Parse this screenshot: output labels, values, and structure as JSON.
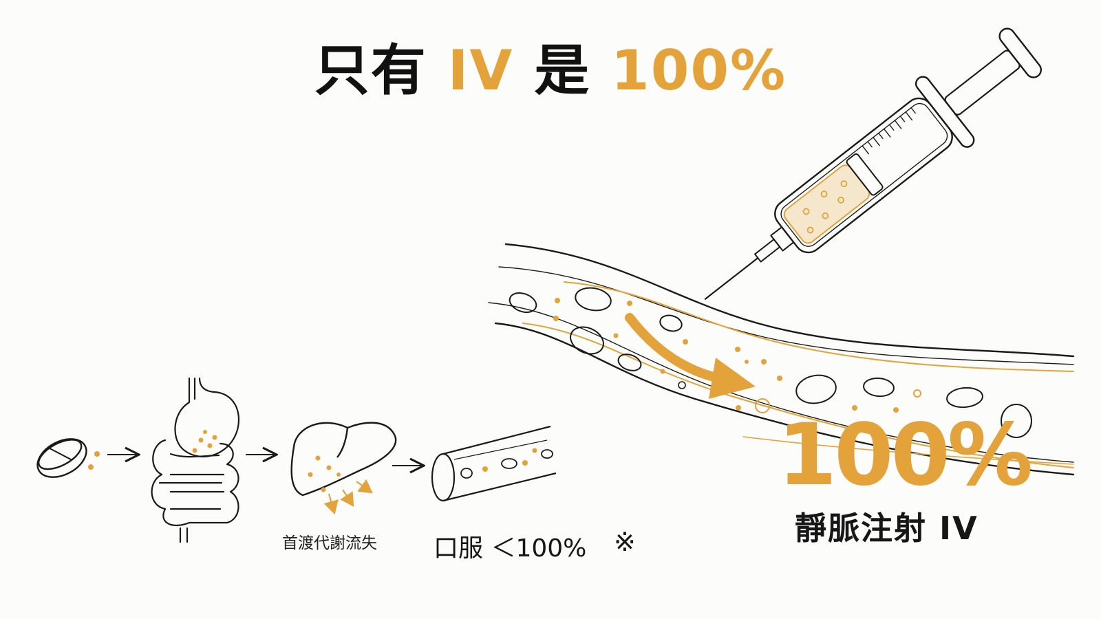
{
  "title": {
    "part1": "只有 ",
    "part2": "IV",
    "part3": " 是 ",
    "part4": "100%"
  },
  "iv": {
    "percent": "100%",
    "label": "靜脈注射 IV"
  },
  "oral": {
    "loss_label": "首渡代謝流失",
    "label": "口服 ＜100%",
    "note_mark": "※"
  },
  "colors": {
    "accent": "#e3a33a",
    "ink": "#1a1a1a",
    "background": "#fcfcfb"
  },
  "icons": [
    "pill-icon",
    "stomach-intestine-icon",
    "liver-icon",
    "blood-vessel-icon",
    "syringe-icon",
    "vein-icon",
    "flow-arrow-icon"
  ]
}
